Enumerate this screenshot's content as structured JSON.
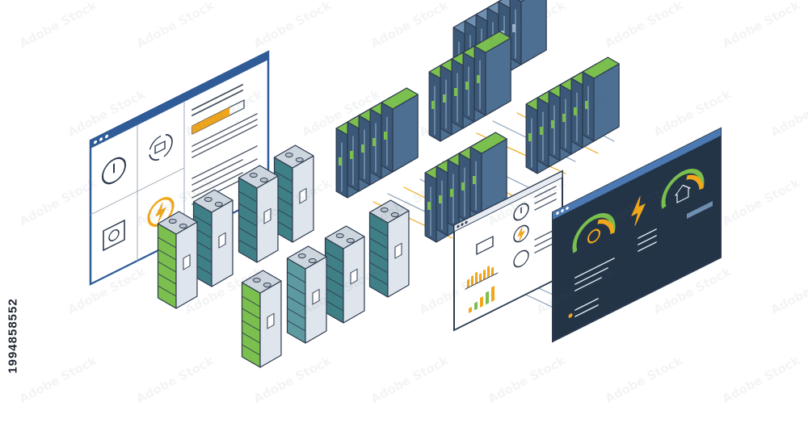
{
  "image_meta": {
    "stock_id": "1994858552",
    "watermark_text": "Adobe Stock"
  },
  "colors": {
    "outline": "#2d3a4e",
    "rack_dark": "#3b5878",
    "rack_mid": "#4d6f92",
    "rack_light": "#6f8fb0",
    "green": "#7bbf4e",
    "green_dark": "#4e8f36",
    "teal": "#3f7f86",
    "teal_light": "#5c9aa0",
    "battery_gray": "#dfe5ec",
    "orange": "#f2a71b",
    "panel_bg": "#ffffff",
    "panel_frame": "#2f5b97",
    "dark_panel": "#243447"
  },
  "icons": {
    "left_panel": [
      "power-icon",
      "recycle-camera-icon",
      "charging-icon",
      "storage-device-icon"
    ],
    "middle_panel": [
      "power-icon",
      "battery-pack-icon",
      "lightning-icon",
      "help-icon",
      "bar-chart-icon",
      "line-chart-icon"
    ],
    "dark_panel": [
      "power-gauge-icon",
      "lightning-icon",
      "home-gauge-icon"
    ]
  },
  "levels": {
    "left_panel_progress": 0.72
  }
}
